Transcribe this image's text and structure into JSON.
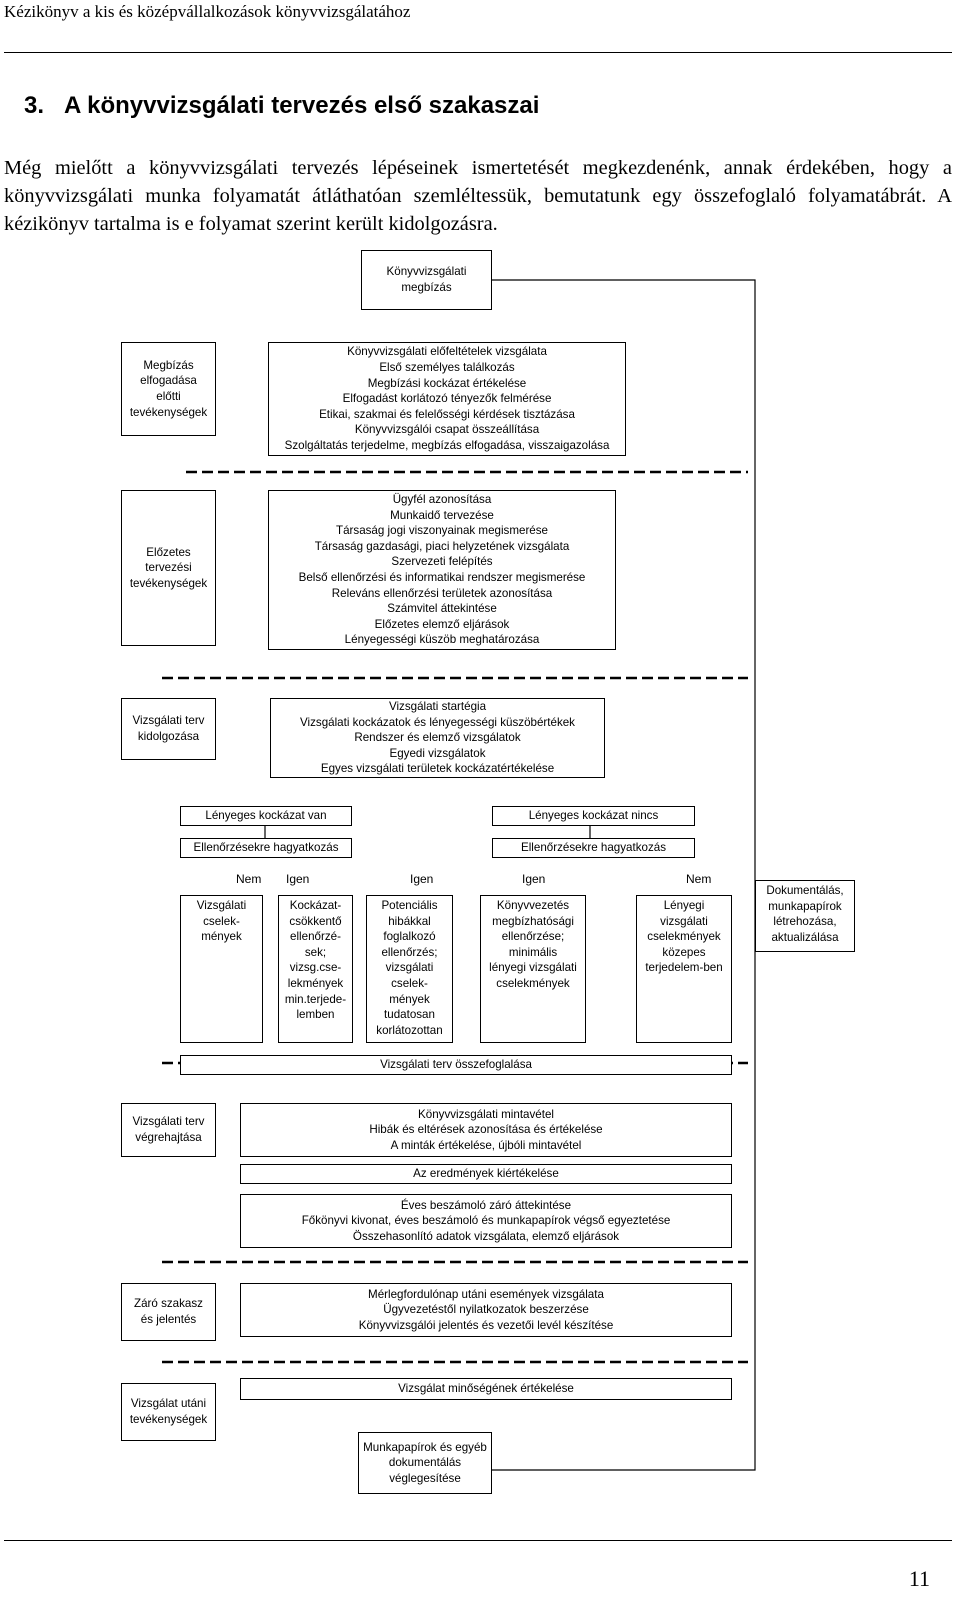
{
  "header": {
    "running_title": "Kézikönyv a kis és középvállalkozások könyvvizsgálatához"
  },
  "section": {
    "number": "3.",
    "title": "A könyvvizsgálati tervezés első szakaszai"
  },
  "intro": "Még mielőtt a könyvvizsgálati tervezés lépéseinek ismertetését megkezdenénk, annak érdekében, hogy a könyvvizsgálati munka folyamatát átláthatóan szemléltessük, bemutatunk egy összefoglaló folyamatábrát. A kézikönyv tartalma is e folyamat szerint került kidolgozásra.",
  "diagram": {
    "start": [
      "Könyvvizsgálati",
      "megbízás"
    ],
    "phases": {
      "p1": [
        "Megbízás",
        "elfogadása",
        "előtti",
        "tevékenységek"
      ],
      "p2": [
        "Előzetes",
        "tervezési",
        "tevékenységek"
      ],
      "p3": [
        "Vizsgálati terv",
        "kidolgozása"
      ],
      "p4": [
        "Vizsgálati terv",
        "végrehajtása"
      ],
      "p5": [
        "Záró szakasz",
        "és jelentés"
      ],
      "p6": [
        "Vizsgálat utáni",
        "tevékenységek"
      ]
    },
    "steps": {
      "s1": [
        "Könyvvizsgálati előfeltételek vizsgálata",
        "Első személyes találkozás",
        "Megbízási kockázat értékelése",
        "Elfogadást korlátozó tényezők felmérése",
        "Etikai, szakmai és felelősségi kérdések tisztázása",
        "Könyvvizsgálói csapat összeállítása",
        "Szolgáltatás terjedelme, megbízás elfogadása, visszaigazolása"
      ],
      "s2": [
        "Ügyfél azonosítása",
        "Munkaidő tervezése",
        "Társaság jogi viszonyainak megismerése",
        "Társaság gazdasági, piaci helyzetének vizsgálata",
        "Szervezeti felépítés",
        "Belső ellenőrzési és informatikai rendszer megismerése",
        "Releváns ellenőrzési területek azonosítása",
        "Számvitel áttekintése",
        "Előzetes elemző eljárások",
        "Lényegességi küszöb meghatározása"
      ],
      "s3": [
        "Vizsgálati startégia",
        "Vizsgálati kockázatok és lényegességi küszöbértékek",
        "Rendszer és elemző vizsgálatok",
        "Egyedi vizsgálatok",
        "Egyes vizsgálati területek kockázatértékelése"
      ],
      "risk_yes": "Lényeges kockázat van",
      "risk_no": "Lényeges kockázat nincs",
      "controls_left": "Ellenőrzésekre hagyatkozás",
      "controls_right": "Ellenőrzésekre hagyatkozás",
      "answers": [
        "Nem",
        "Igen",
        "Igen",
        "Igen",
        "Nem"
      ],
      "o1": [
        "Vizsgálati",
        "cselek-",
        "mények"
      ],
      "o2": [
        "Kockázat-",
        "csökkentő",
        "ellenőrzé-",
        "sek;",
        "vizsg.cse-",
        "lekmények",
        "min.terjede-",
        "lemben"
      ],
      "o3": [
        "Potenciális",
        "hibákkal",
        "foglalkozó",
        "ellenőrzés;",
        "vizsgálati",
        "cselek-",
        "mények",
        "tudatosan",
        "korlátozottan"
      ],
      "o4": [
        "Könyvvezetés",
        "megbízhatósági",
        "ellenőrzése;",
        "minimális",
        "lényegi vizsgálati",
        "cselekmények"
      ],
      "o5": [
        "Lényegi",
        "vizsgálati",
        "cselekmények",
        "közepes",
        "terjedelem-ben"
      ],
      "doc": [
        "Dokumentálás,",
        "munkapapírok",
        "létrehozása,",
        "aktualizálása"
      ],
      "summary": "Vizsgálati terv összefoglalása",
      "s4": [
        "Könyvvizsgálati mintavétel",
        "Hibák és eltérések azonosítása és értékelése",
        "A minták értékelése, újbóli mintavétel"
      ],
      "results": "Az  eredmények kiértékelése",
      "s4b": [
        "Éves beszámoló záró áttekintése",
        "Főkönyvi kivonat, éves beszámoló és munkapapírok végső egyeztetése",
        "Összehasonlító adatok vizsgálata, elemző eljárások"
      ],
      "s5": [
        "Mérlegfordulónap utáni események vizsgálata",
        "Ügyvezetéstől nyilatkozatok beszerzése",
        "Könyvvizsgálói jelentés és vezetői levél készítése"
      ],
      "s6": "Vizsgálat minőségének értékelése",
      "final": [
        "Munkapapírok és egyéb",
        "dokumentálás",
        "véglegesítése"
      ]
    }
  },
  "page_number": "11"
}
